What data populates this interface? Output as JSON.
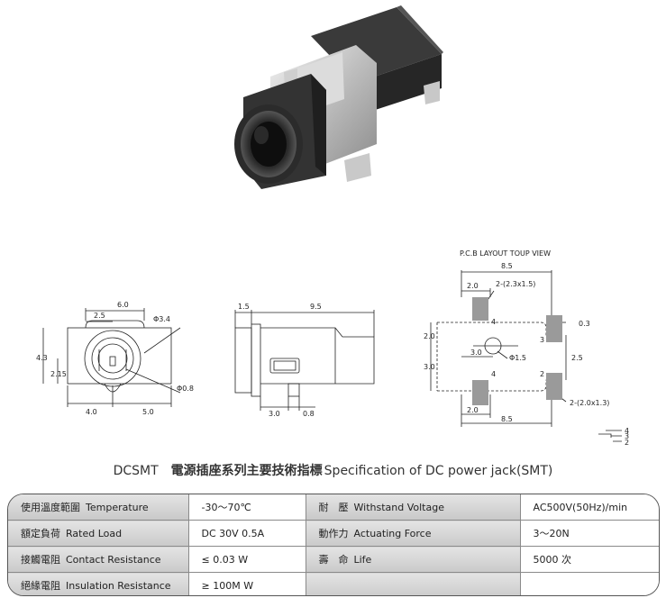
{
  "drawing": {
    "front": {
      "w": "6.0",
      "offset": "2.5",
      "dia_top": "Φ3.4",
      "dia_bot": "Φ0.8",
      "h": "4.3",
      "h2": "2.15",
      "left": "4.0",
      "right": "5.0"
    },
    "side": {
      "a": "1.5",
      "len": "9.5",
      "b": "3.0",
      "c": "0.8"
    },
    "pcb": {
      "heading": "P.C.B LAYOUT TOUP VIEW",
      "w_top": "8.5",
      "pad_w_top": "2.0",
      "pad_spec_top": "2-(2.3x1.5)",
      "right_gap": "0.3",
      "h_left1": "2.0",
      "h_left2": "3.0",
      "h_right": "2.5",
      "mid": "3.0",
      "hole": "Φ1.5",
      "pad_w_bot": "2.0",
      "w_bot": "8.5",
      "pad_spec_bot": "2-(2.0x1.3)",
      "pin4a": "4",
      "pin4b": "4",
      "pin3": "3",
      "pin2": "2"
    },
    "schematic": {
      "p4": "4",
      "p3": "3",
      "p2": "2"
    }
  },
  "title": {
    "model": "DCSMT",
    "cn": "電源插座系列主要技術指標",
    "en": "Specification of DC power jack(SMT)"
  },
  "specs": [
    {
      "l_zh": "使用溫度範圍",
      "l_en": "Temperature",
      "l_val": "-30～70℃",
      "r_zh": "耐　壓",
      "r_en": "Withstand Voltage",
      "r_val": "AC500V(50Hz)/min"
    },
    {
      "l_zh": "額定負荷",
      "l_en": "Rated Load",
      "l_val": "DC  30V  0.5A",
      "r_zh": "動作力",
      "r_en": "Actuating Force",
      "r_val": "3～20N"
    },
    {
      "l_zh": "接觸電阻",
      "l_en": "Contact Resistance",
      "l_val": "≤ 0.03 W",
      "r_zh": "壽　命",
      "r_en": "Life",
      "r_val": "5000 次"
    },
    {
      "l_zh": "絕緣電阻",
      "l_en": "Insulation Resistance",
      "l_val": "≥ 100M W",
      "r_zh": "",
      "r_en": "",
      "r_val": ""
    }
  ]
}
